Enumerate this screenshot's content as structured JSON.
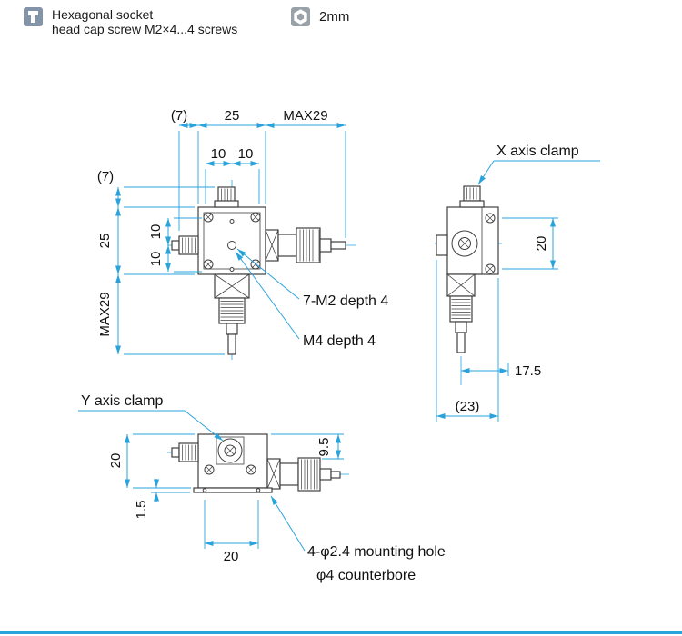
{
  "colors": {
    "dimension_blue": "#29a3dc",
    "outline_gray": "#3f3f3f",
    "text_black": "#1a1a1a",
    "screw_icon_bg": "#8494a8",
    "hex_icon_bg": "#9aa2a9"
  },
  "legend": {
    "screw_note_line1": "Hexagonal socket",
    "screw_note_line2": "head cap screw M2×4...4 screws",
    "hex_size": "2mm"
  },
  "top_view": {
    "dim_knob_offset_top": "(7)",
    "dim_body_width": "25",
    "dim_travel_right": "MAX29",
    "dim_hole_pitch_left": "10",
    "dim_hole_pitch_right": "10",
    "dim_knob_offset_left": "(7)",
    "dim_body_height": "25",
    "dim_travel_bottom": "MAX29",
    "dim_hole_pitch_top": "10",
    "dim_hole_pitch_bottom": "10",
    "callout_tapped_holes": "7-M2 depth 4",
    "callout_center_hole": "M4 depth 4"
  },
  "side_view": {
    "callout": "X axis clamp",
    "dim_screw_pitch": "20",
    "dim_center_offset": "17.5",
    "dim_depth": "(23)"
  },
  "front_view": {
    "callout": "Y axis clamp",
    "dim_height": "20",
    "dim_base_thickness": "1.5",
    "dim_hole_pitch": "20",
    "dim_axis_height": "9.5",
    "callout_mount_line1": "4-φ2.4 mounting hole",
    "callout_mount_line2": "φ4 counterbore"
  }
}
